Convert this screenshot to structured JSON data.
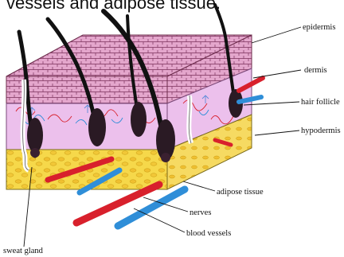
{
  "caption_fragment": "vessels and adipose tissue.",
  "labels": {
    "epidermis": "epidermis",
    "dermis": "dermis",
    "hair_follicle": "hair follicle",
    "hypodermis": "hypodermis",
    "adipose_tissue": "adipose tissue",
    "nerves": "nerves",
    "blood_vessels": "blood vessels",
    "sweat_gland": "sweat gland"
  },
  "colors": {
    "epidermis": "#e2a2c8",
    "dermis": "#ecc0ec",
    "hypodermis": "#f4d23c",
    "artery": "#d8202c",
    "vein": "#2f8ed8",
    "nerve": "#5a8ad8",
    "hair": "#111111"
  }
}
